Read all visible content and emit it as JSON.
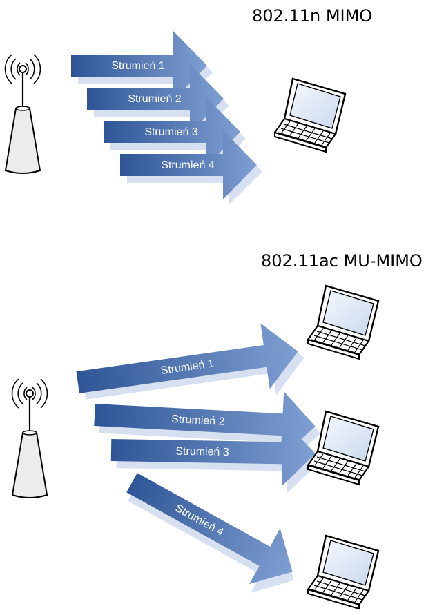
{
  "colors": {
    "arrow_dark": "#2e5596",
    "arrow_light": "#7f9fd2",
    "shadow": "#b7c6e6",
    "label": "#ffffff",
    "outline": "#000000",
    "screen": "#dde8f7"
  },
  "sections": [
    {
      "title": "802.11n MIMO",
      "streams": [
        "Strumień 1",
        "Strumień 2",
        "Strumień 3",
        "Strumień 4"
      ],
      "access_point_icon": "antenna-tower-icon",
      "client_icons": [
        "laptop-icon"
      ]
    },
    {
      "title": "802.11ac MU-MIMO",
      "streams": [
        "Strumień 1",
        "Strumień 2",
        "Strumień 3",
        "Strumień 4"
      ],
      "access_point_icon": "antenna-tower-icon",
      "client_icons": [
        "laptop-icon",
        "laptop-icon",
        "laptop-icon"
      ]
    }
  ]
}
